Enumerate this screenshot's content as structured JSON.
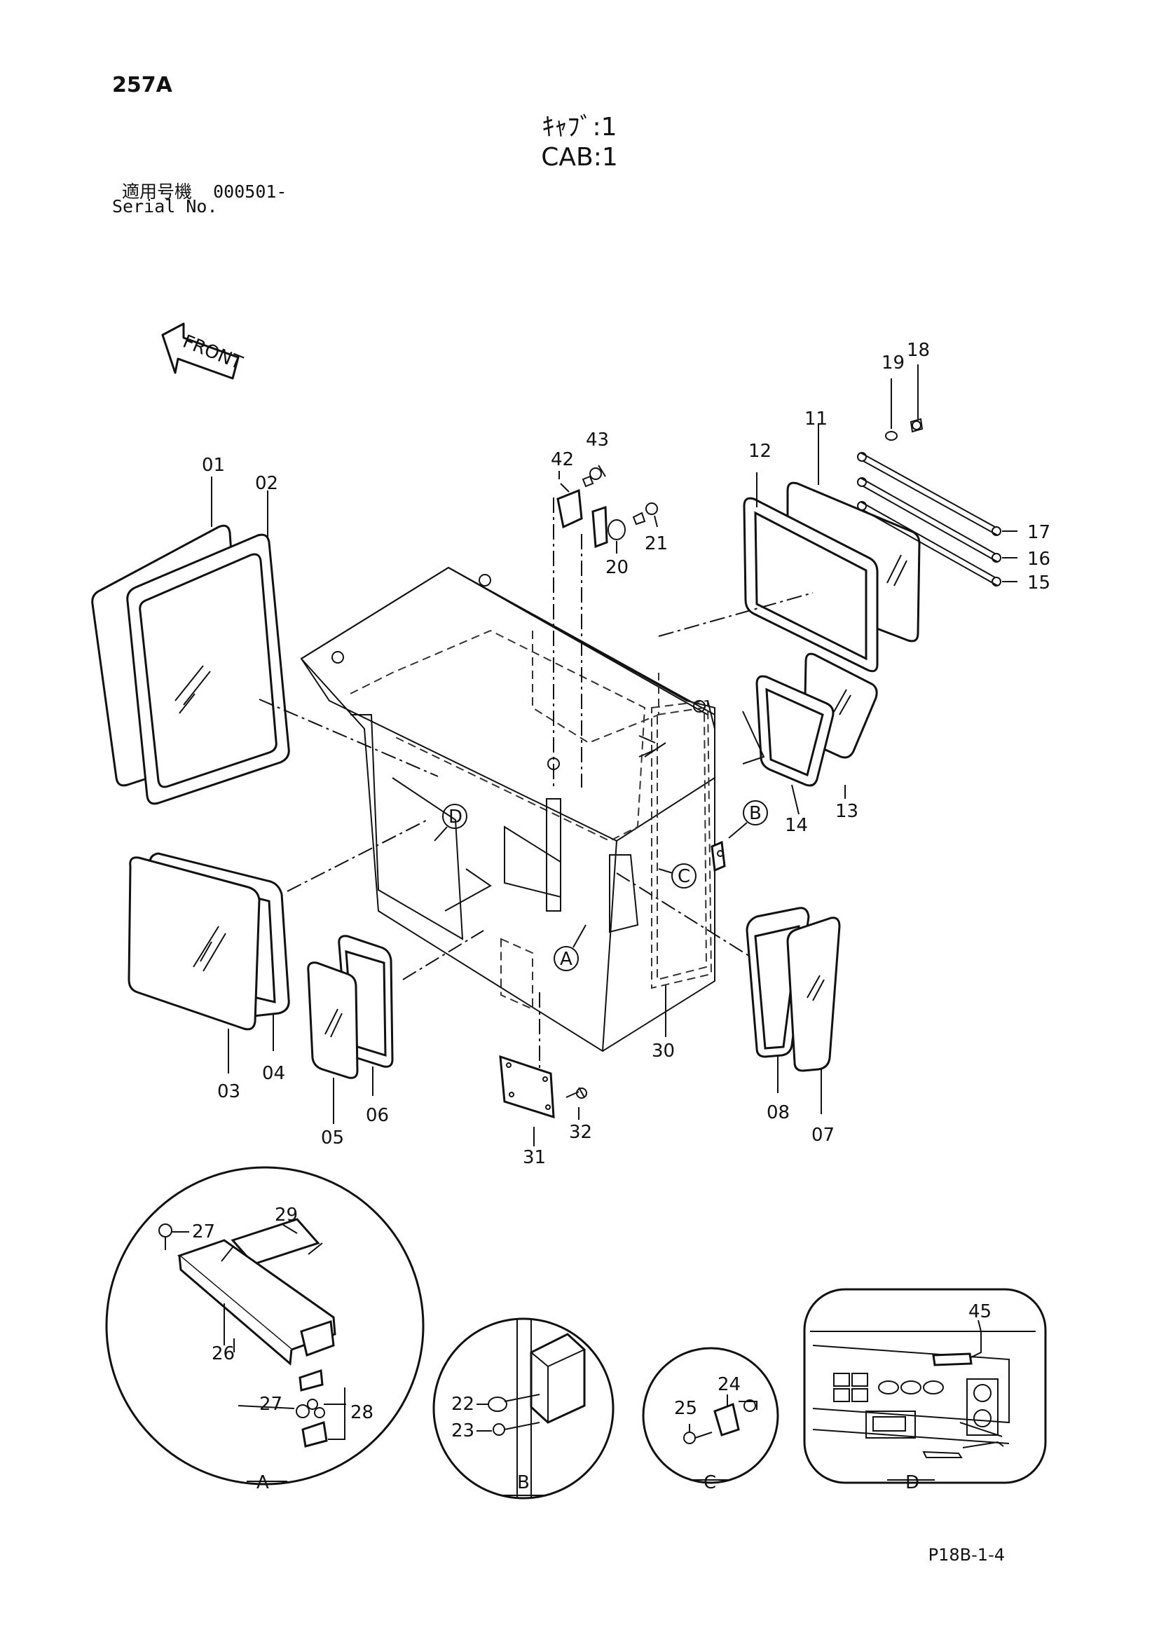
{
  "page_code": "257A",
  "title_jp": "ｷｬﾌﾞ:1",
  "title_en": "CAB:1",
  "serial": {
    "label_jp": "適用号機",
    "value": "000501-",
    "label_en": "Serial No."
  },
  "front_arrow": "FRONT",
  "part_numbers": [
    "01",
    "02",
    "03",
    "04",
    "05",
    "06",
    "07",
    "08",
    "11",
    "12",
    "13",
    "14",
    "15",
    "16",
    "17",
    "18",
    "19",
    "20",
    "21",
    "30",
    "31",
    "32",
    "42",
    "43",
    "22",
    "23",
    "24",
    "25",
    "26",
    "27",
    "27",
    "28",
    "29",
    "45"
  ],
  "detail_markers": [
    "A",
    "B",
    "C",
    "D"
  ],
  "detail_labels": [
    "A",
    "B",
    "C",
    "D"
  ],
  "sheet_ref": "P18B-1-4"
}
